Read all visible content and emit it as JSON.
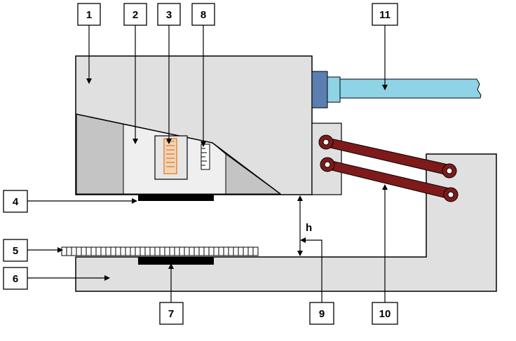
{
  "labels": {
    "n1": "1",
    "n2": "2",
    "n3": "3",
    "n4": "4",
    "n5": "5",
    "n6": "6",
    "n7": "7",
    "n8": "8",
    "n9": "9",
    "n10": "10",
    "n11": "11"
  },
  "gap_label": "h",
  "colors": {
    "body_fill": "#e0e0e0",
    "shade_fill": "#c4c4c4",
    "window_fill": "#efefef",
    "connector_fill": "#5b7fb0",
    "cable_fill": "#8fd3e6",
    "rod_fill": "#7f1a1a",
    "strip_fill": "#000000",
    "coil_fill": "#f0a060"
  }
}
